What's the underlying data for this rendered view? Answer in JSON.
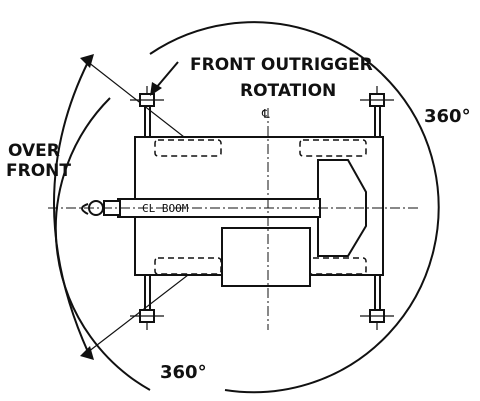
{
  "labels": {
    "front_outrigger": "FRONT OUTRIGGER",
    "rotation": "ROTATION",
    "over": "OVER",
    "front": "FRONT",
    "deg_right": "360°",
    "deg_bottom": "360°",
    "cl_boom": "CL BOOM",
    "cl_symbol": "℄"
  }
}
